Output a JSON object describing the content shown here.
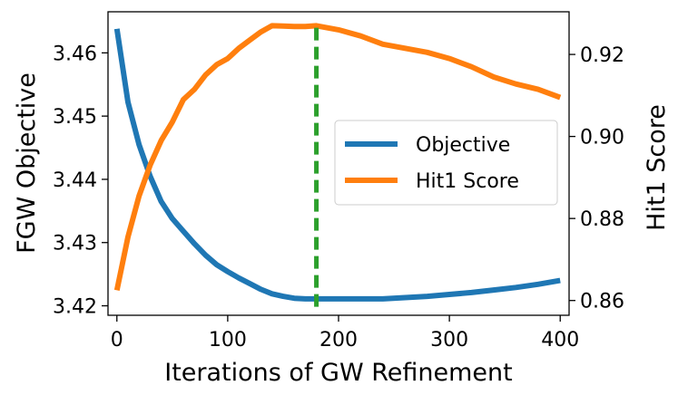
{
  "chart_data": {
    "type": "line",
    "title": "",
    "xlabel": "Iterations of GW Refinement",
    "ylabel_left": "FGW Objective",
    "ylabel_right": "Hit1 Score",
    "xlim": [
      -8,
      408
    ],
    "ylim_left": [
      3.4185,
      3.4665
    ],
    "ylim_right": [
      0.8564,
      0.9304
    ],
    "x_ticks": [
      0,
      100,
      200,
      300,
      400
    ],
    "x_tick_labels": [
      "0",
      "100",
      "200",
      "300",
      "400"
    ],
    "y_left_ticks": [
      3.42,
      3.43,
      3.44,
      3.45,
      3.46
    ],
    "y_left_tick_labels": [
      "3.42",
      "3.43",
      "3.44",
      "3.45",
      "3.46"
    ],
    "y_right_ticks": [
      0.86,
      0.88,
      0.9,
      0.92
    ],
    "y_right_tick_labels": [
      "0.86",
      "0.88",
      "0.90",
      "0.92"
    ],
    "grid": false,
    "legend_position": "center-right",
    "series": [
      {
        "name": "Objective",
        "axis": "left",
        "color": "#1f77b4",
        "x": [
          0,
          10,
          20,
          30,
          40,
          50,
          60,
          70,
          80,
          90,
          100,
          110,
          120,
          130,
          140,
          150,
          160,
          170,
          180,
          190,
          200,
          220,
          240,
          260,
          280,
          300,
          320,
          340,
          360,
          380,
          400
        ],
        "y": [
          3.4638,
          3.4522,
          3.4455,
          3.4405,
          3.4365,
          3.4338,
          3.4318,
          3.4298,
          3.428,
          3.4265,
          3.4254,
          3.4244,
          3.4235,
          3.4226,
          3.4219,
          3.4215,
          3.4212,
          3.4211,
          3.4211,
          3.4211,
          3.4211,
          3.4211,
          3.4211,
          3.4213,
          3.4215,
          3.4218,
          3.4221,
          3.4225,
          3.4229,
          3.4234,
          3.424
        ]
      },
      {
        "name": "Hit1 Score",
        "axis": "right",
        "color": "#ff7f0e",
        "x": [
          0,
          10,
          20,
          30,
          40,
          50,
          60,
          70,
          80,
          90,
          100,
          110,
          120,
          130,
          140,
          150,
          160,
          170,
          180,
          190,
          200,
          220,
          240,
          260,
          280,
          300,
          320,
          340,
          360,
          380,
          400
        ],
        "y": [
          0.8625,
          0.8755,
          0.8855,
          0.893,
          0.899,
          0.9035,
          0.909,
          0.9115,
          0.915,
          0.9175,
          0.919,
          0.9215,
          0.9235,
          0.9255,
          0.927,
          0.9269,
          0.9268,
          0.9268,
          0.927,
          0.9265,
          0.926,
          0.9245,
          0.9225,
          0.9215,
          0.9205,
          0.919,
          0.917,
          0.9145,
          0.9128,
          0.9115,
          0.9095
        ]
      }
    ],
    "vline": {
      "x": 180,
      "color": "#2ca02c",
      "style": "dashed"
    }
  }
}
